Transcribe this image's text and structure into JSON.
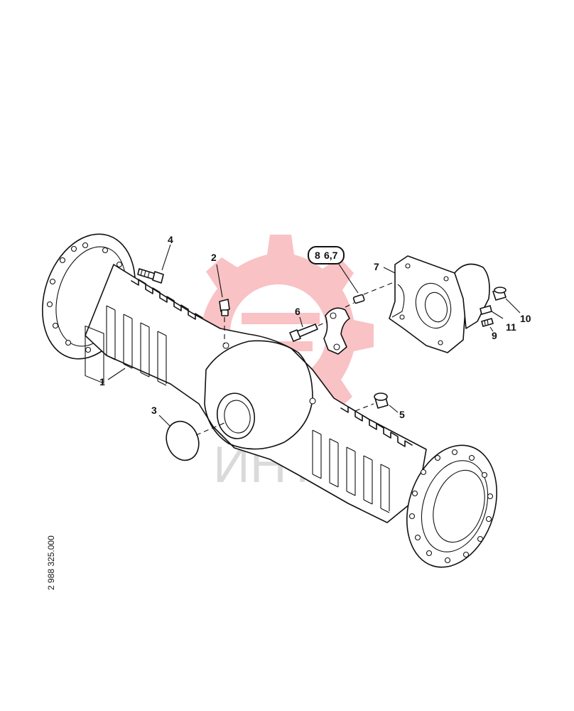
{
  "diagram": {
    "callouts": {
      "p1": "1",
      "p2": "2",
      "p3": "3",
      "p4": "4",
      "p5": "5",
      "p6": "6",
      "p7": "7",
      "p8": "8",
      "p8_ref": "6,7",
      "p9": "9",
      "p10": "10",
      "p11": "11"
    },
    "drawing_code": "2 988 325.000",
    "watermark_text": "ИНТЕ"
  },
  "colors": {
    "line": "#111111",
    "watermark": "#e8232a",
    "background": "#ffffff"
  }
}
